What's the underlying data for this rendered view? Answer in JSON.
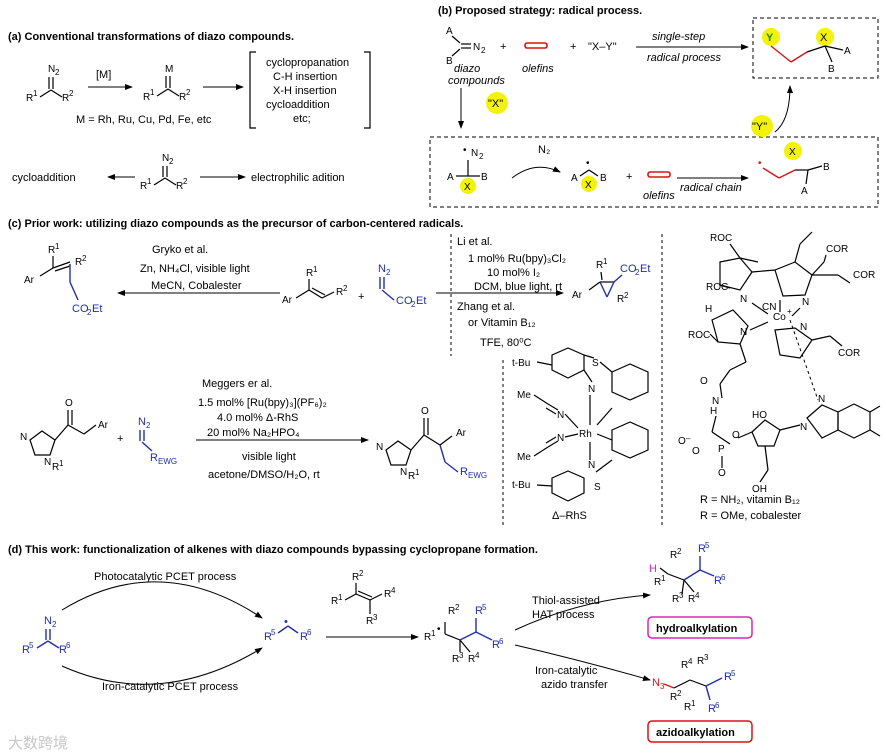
{
  "sections": {
    "a": {
      "title": "(a) Conventional transformations of diazo compounds.",
      "reagent": "[M]",
      "m_list": "M = Rh, Ru, Cu, Pd, Fe, etc",
      "reactions": [
        "cyclopropanation",
        "C-H insertion",
        "X-H insertion",
        "cycloaddition",
        "etc;"
      ],
      "left_product": "cycloaddition",
      "right_product": "electrophilic adition"
    },
    "b": {
      "title": "(b) Proposed strategy: radical process.",
      "diazo_label": "diazo compounds",
      "olefins": "olefins",
      "xy": "\"X–Y\"",
      "single_step": "single-step",
      "radical_process": "radical process",
      "x_label": "\"X\"",
      "y_label": "\"Y\"",
      "n2": "N₂",
      "radical_chain": "radical chain",
      "olefins2": "olefins"
    },
    "c": {
      "title": "(c) Prior work: utilizing diazo compounds as the precursor of carbon-centered radicals.",
      "gryko": [
        "Gryko et al.",
        "Zn, NH₄Cl, visible light",
        "MeCN, Cobalester"
      ],
      "li": [
        "Li et al.",
        "1 mol% Ru(bpy)₃Cl₂",
        "10 mol% I₂",
        "DCM, blue light, rt"
      ],
      "zhang": [
        "Zhang et al.",
        "or Vitamin B₁₂",
        "TFE, 80⁰C"
      ],
      "meggers": [
        "Meggers er al.",
        "1.5 mol% [Ru(bpy)₃](PF₆)₂",
        "4.0 mol% Δ-RhS",
        "20 mol% Na₂HPO₄"
      ],
      "meggers_cond": [
        "visible light",
        "acetone/DMSO/H₂O, rt"
      ],
      "rhs": "Δ–RhS",
      "b12_r": [
        "R = NH₂, vitamin B₁₂",
        "R = OMe, cobalester"
      ]
    },
    "d": {
      "title": "(d) This work: functionalization of alkenes with diazo compounds bypassing cyclopropane formation.",
      "photo": "Photocatalytic PCET process",
      "iron": "Iron-catalytic PCET process",
      "thiol": [
        "Thiol-assisted",
        "HAT process"
      ],
      "azido": [
        "Iron-catalytic",
        "azido transfer"
      ],
      "hydro_label": "hydroalkylation",
      "azido_label": "azidoalkylation"
    },
    "watermark": "大数跨境"
  },
  "colors": {
    "blue": "#1f2fb0",
    "red": "#dd1111",
    "yellow": "#f2f20a",
    "magenta": "#e020c0"
  }
}
